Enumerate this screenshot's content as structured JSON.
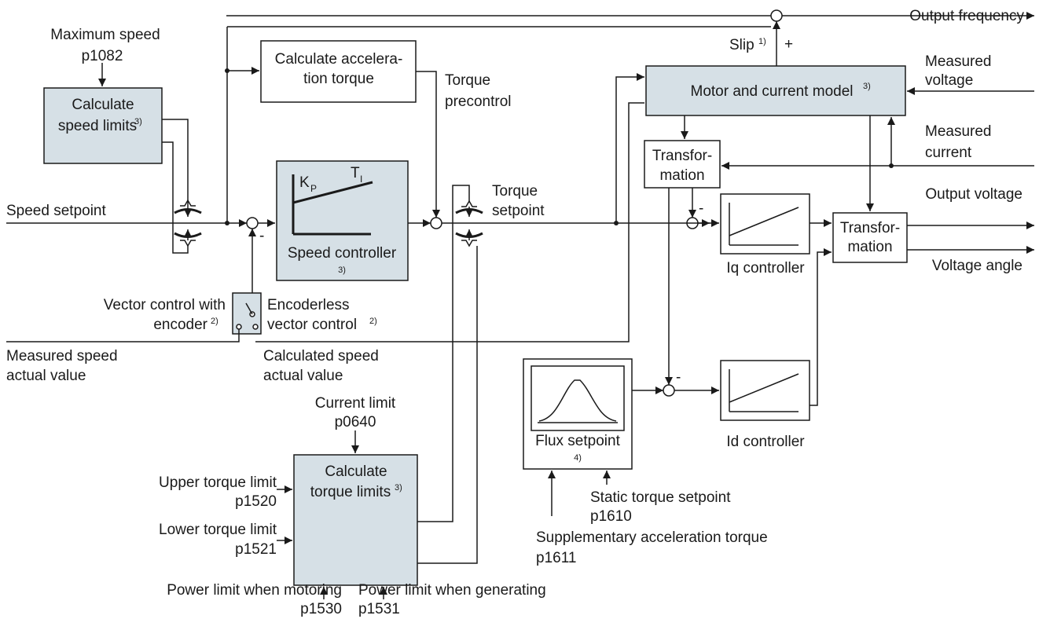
{
  "labels": {
    "max_speed": "Maximum speed",
    "max_speed_param": "p1082",
    "calc_speed_limits_1": "Calculate",
    "calc_speed_limits_2": "speed limits",
    "calc_accel_1": "Calculate accelera-",
    "calc_accel_2": "tion torque",
    "torque_precontrol_1": "Torque",
    "torque_precontrol_2": "precontrol",
    "speed_setpoint": "Speed setpoint",
    "kp": "K",
    "kp_sub": "P",
    "ti": "T",
    "ti_sub": "I",
    "speed_controller": "Speed controller",
    "torque_setpoint_1": "Torque",
    "torque_setpoint_2": "setpoint",
    "output_frequency": "Output frequency",
    "slip": "Slip",
    "plus": "+",
    "minus": "-",
    "measured_voltage_1": "Measured",
    "measured_voltage_2": "voltage",
    "motor_model": "Motor and current model",
    "measured_current_1": "Measured",
    "measured_current_2": "current",
    "transformation_1": "Transfor-",
    "transformation_2": "mation",
    "output_voltage": "Output voltage",
    "voltage_angle": "Voltage angle",
    "iq_controller": "Iq controller",
    "id_controller": "Id controller",
    "vector_encoder_1": "Vector control with",
    "vector_encoder_2": "encoder",
    "encoderless_1": "Encoderless",
    "encoderless_2": "vector control",
    "measured_speed_1": "Measured speed",
    "measured_speed_2": "actual value",
    "calculated_speed_1": "Calculated speed",
    "calculated_speed_2": "actual value",
    "flux_setpoint": "Flux setpoint",
    "current_limit": "Current limit",
    "current_limit_param": "p0640",
    "upper_torque": "Upper torque limit",
    "upper_torque_param": "p1520",
    "lower_torque": "Lower torque limit",
    "lower_torque_param": "p1521",
    "calc_torque_limits_1": "Calculate",
    "calc_torque_limits_2": "torque limits",
    "static_torque": "Static torque setpoint",
    "static_torque_param": "p1610",
    "supp_accel": "Supplementary acceleration torque",
    "supp_accel_param": "p1611",
    "power_motoring": "Power limit when motoring",
    "power_motoring_param": "p1530",
    "power_generating": "Power limit when generating",
    "power_generating_param": "p1531"
  },
  "footnotes": {
    "fn1": "1)",
    "fn2": "2)",
    "fn3": "3)",
    "fn4": "4)"
  }
}
